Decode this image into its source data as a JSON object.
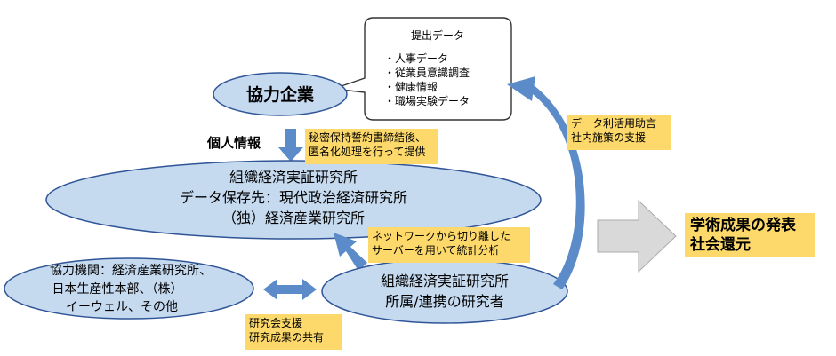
{
  "nodes": {
    "cooperating_company": "協力企業",
    "submitted_data": {
      "title": "提出データ",
      "items": [
        "・人事データ",
        "・従業員意識調査",
        "・健康情報",
        "・職場実験データ"
      ]
    },
    "institute_storage": {
      "line1": "組織経済実証研究所",
      "line2": "データ保存先：現代政治経済研究所",
      "line3": "（独）経済産業研究所"
    },
    "partner_orgs": {
      "line1": "協力機関：経済産業研究所、",
      "line2": "日本生産性本部、（株）",
      "line3": "イーウェル、その他"
    },
    "researchers": {
      "line1": "組織経済実証研究所",
      "line2": "所属/連携の研究者"
    },
    "outcome": {
      "line1": "学術成果の発表",
      "line2": "社会還元"
    }
  },
  "labels": {
    "personal_info": "個人情報",
    "confidentiality": [
      "秘密保持誓約書締結後、",
      "匿名化処理を行って提供"
    ],
    "network_isolated": [
      "ネットワークから切り離した",
      "サーバーを用いて統計分析"
    ],
    "data_advice": [
      "データ利活用助言",
      "社内施策の支援"
    ],
    "study_group": [
      "研究会支援",
      "研究成果の共有"
    ]
  },
  "colors": {
    "ellipse_fill": "#c5d9ef",
    "ellipse_stroke": "#2f5597",
    "arrow_blue": "#5b8bc9",
    "callout_yellow": "#fcd96a",
    "big_arrow_gray": "#d9d9d9"
  }
}
